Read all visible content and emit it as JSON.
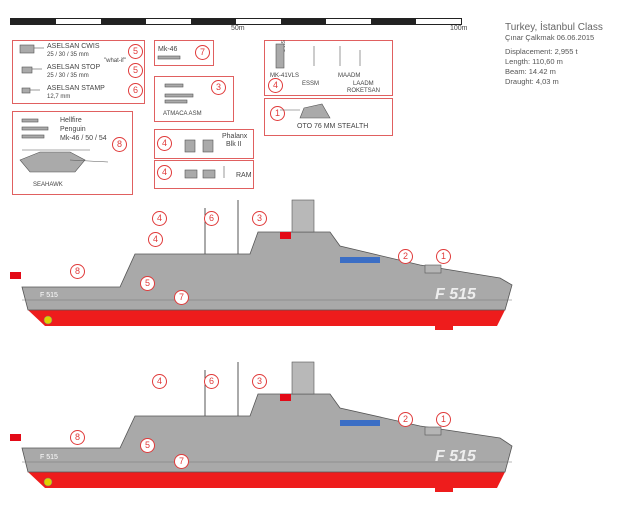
{
  "scale": {
    "label_50": "50m",
    "label_100": "100m"
  },
  "info": {
    "title": "Turkey, İstanbul Class",
    "author": "Çınar Çalkmak 06.06.2015",
    "displacement": "Displacement: 2,955 t",
    "length": "Length: 110,60 m",
    "beam": "Beam: 14.42 m",
    "draught": "Draught: 4,03 m"
  },
  "legend": {
    "cwis": "ASELSAN CWIS",
    "cwis_cal": "25 / 30 / 35 mm",
    "whatif": "\"what-if\"",
    "stop": "ASELSAN STOP",
    "stop_cal": "25 / 30 / 35 mm",
    "stamp": "ASELSAN STAMP",
    "stamp_cal": "12,7 mm",
    "mk46": "Mk-46",
    "atmaca": "ATMACA ASM",
    "hellfire": "Hellfire",
    "penguin": "Penguin",
    "torpedo": "Mk-46 / 50 / 54",
    "seahawk": "SEAHAWK",
    "phalanx": "Phalanx",
    "phalanx_block": "Blk II",
    "ram": "RAM",
    "mk41": "MK-41VLS",
    "essm": "ESSM",
    "sm": "SM-2",
    "maadm": "MAADM",
    "laadm": "LAADM",
    "roketsan": "ROKETSAN",
    "oto": "OTO 76 MM STEALTH"
  },
  "markers": {
    "n1": "1",
    "n2": "2",
    "n3": "3",
    "n4": "4",
    "n5": "5",
    "n6": "6",
    "n7": "7",
    "n8": "8"
  },
  "ships": [
    {
      "pennant": "F 515",
      "bow_pennant": "F 515"
    },
    {
      "pennant": "F 515",
      "bow_pennant": "F 515"
    }
  ],
  "colors": {
    "hull": "#a9a9a9",
    "underwater": "#ee1c1c",
    "marker": "#e03a3a",
    "flag": "#e30a17"
  }
}
